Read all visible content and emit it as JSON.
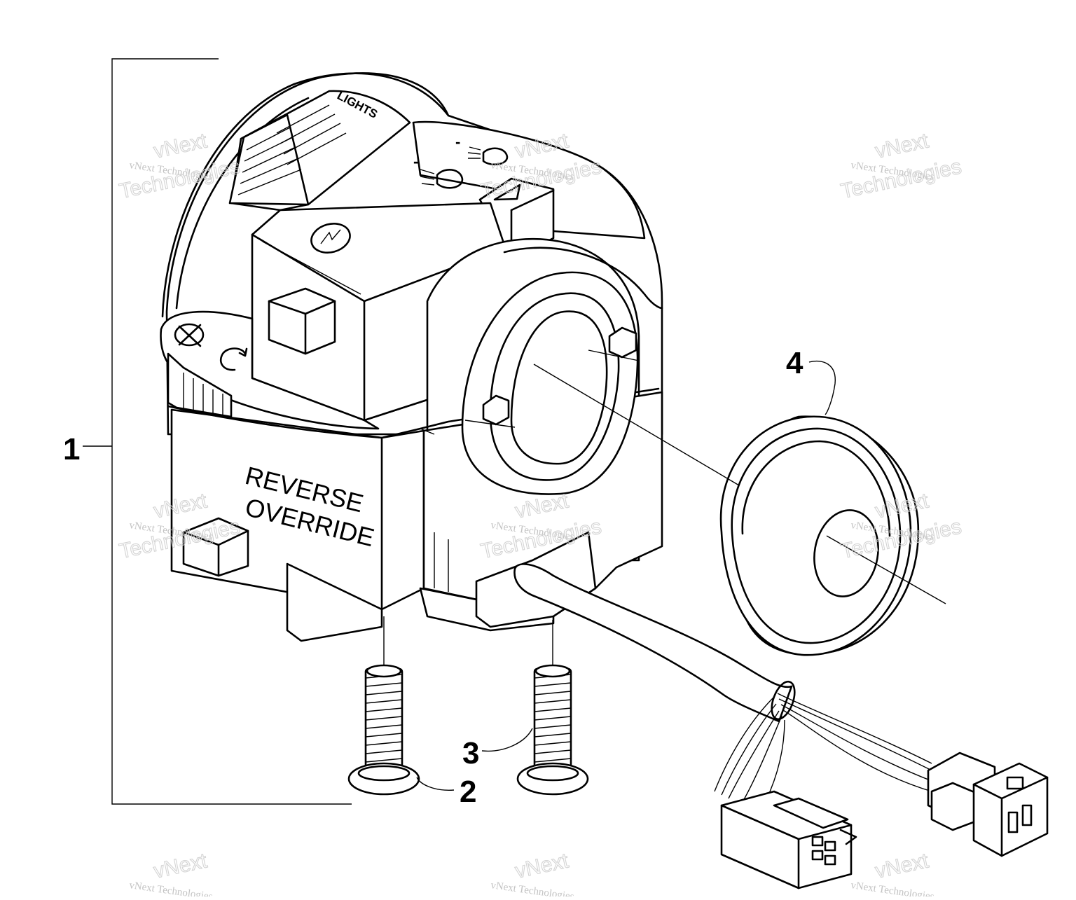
{
  "diagram": {
    "callouts": [
      {
        "id": "1",
        "text": "1"
      },
      {
        "id": "2",
        "text": "2"
      },
      {
        "id": "3",
        "text": "3"
      },
      {
        "id": "4",
        "text": "4"
      }
    ],
    "labels": {
      "lights": "LIGHTS",
      "reverse_line1": "REVERSE",
      "reverse_line2": "OVERRIDE",
      "hi_minus": "-",
      "lo_minus": "-"
    },
    "watermark": {
      "small": "vNext Technologies",
      "big_line1": "vNext",
      "big_line2": "Technologies"
    }
  }
}
